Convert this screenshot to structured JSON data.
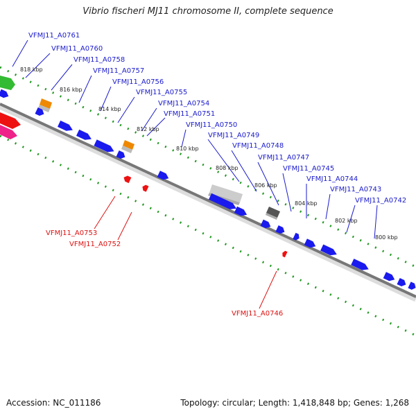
{
  "title": "Vibrio fischeri MJ11 chromosome II, complete sequence",
  "footer": {
    "accession_text": "Accession: NC_011186",
    "summary_text": "Topology: circular; Length: 1,418,848 bp; Genes: 1,268"
  },
  "colors": {
    "forward_gene": "#1a1aee",
    "reverse_gene": "#ee1111",
    "forward_label": "#1a1acc",
    "reverse_label": "#dd1111",
    "backbone": "#777777",
    "dotted_track": "#229922",
    "trna": "#ee8800",
    "rrna": "#bbbbbb"
  },
  "kbp_ticks": [
    "818 kbp",
    "816 kbp",
    "814 kbp",
    "812 kbp",
    "810 kbp",
    "808 kbp",
    "806 kbp",
    "804 kbp",
    "802 kbp",
    "800 kbp"
  ],
  "forward_labels": [
    "VFMJ11_A0761",
    "VFMJ11_A0760",
    "VFMJ11_A0758",
    "VFMJ11_A0757",
    "VFMJ11_A0756",
    "VFMJ11_A0755",
    "VFMJ11_A0754",
    "VFMJ11_A0751",
    "VFMJ11_A0750",
    "VFMJ11_A0749",
    "VFMJ11_A0748",
    "VFMJ11_A0747",
    "VFMJ11_A0745",
    "VFMJ11_A0744",
    "VFMJ11_A0743",
    "VFMJ11_A0742"
  ],
  "reverse_labels": [
    "VFMJ11_A0753",
    "VFMJ11_A0752",
    "VFMJ11_A0746"
  ]
}
